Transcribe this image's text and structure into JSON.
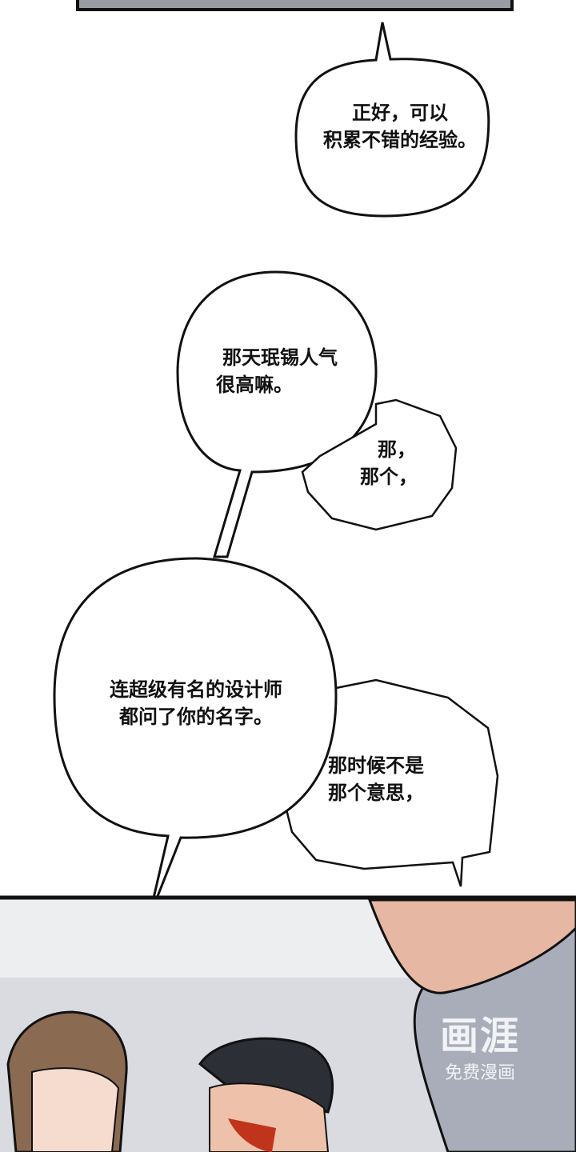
{
  "bubbles": [
    {
      "lines": [
        "正好，可以",
        "积累不错的经验。"
      ]
    },
    {
      "lines": [
        "那天珉锡人气",
        "很高嘛。"
      ]
    },
    {
      "lines": [
        "那，",
        "那个，"
      ]
    },
    {
      "lines": [
        "连超级有名的设计师",
        "都问了你的名字。"
      ]
    },
    {
      "lines": [
        "那时候不是",
        "那个意思，"
      ]
    }
  ],
  "watermark": {
    "logo": "画涯",
    "caption": "免费漫画"
  },
  "colors": {
    "panel_border": "#111111",
    "background": "#ffffff",
    "scene_sky": "#d9dbe0",
    "shirt": "#a9adba"
  }
}
